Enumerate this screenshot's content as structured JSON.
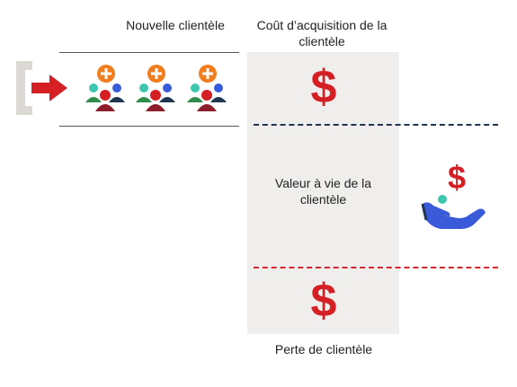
{
  "labels": {
    "new_customers": "Nouvelle clientèle",
    "acquisition_cost": "Coût d’acquisition de la clientèle",
    "lifetime_value": "Valeur à vie de la clientèle",
    "churn": "Perte de clientèle"
  },
  "symbols": {
    "dollar": "$"
  },
  "icons": [
    "bracket-icon",
    "arrow-right-icon",
    "customer-group-icon",
    "dollar-icon",
    "hand-holding-dollar-icon"
  ],
  "colors": {
    "red": "#d41f24",
    "navy_dash": "#1f3550",
    "red_dash": "#d6262b",
    "column_bg": "#efeeec",
    "hand_blue": "#3a5bd9",
    "plus_orange": "#f07e1e"
  }
}
